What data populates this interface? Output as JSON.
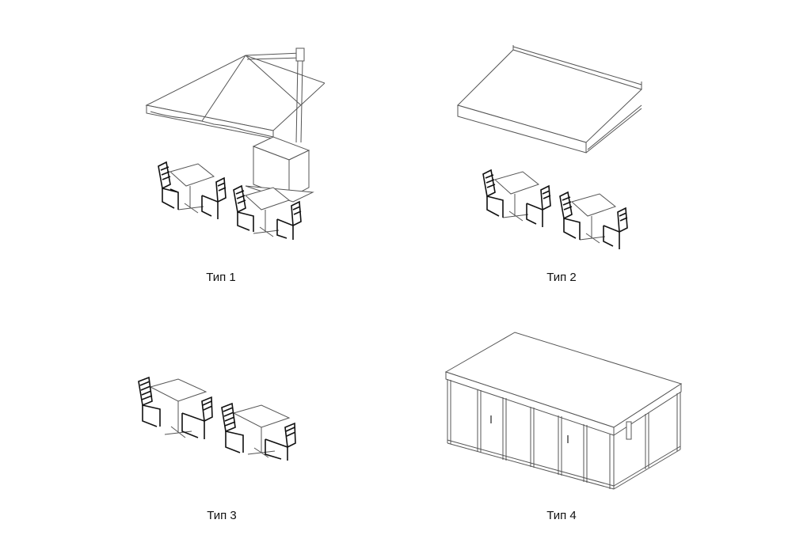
{
  "types": [
    {
      "label": "Тип 1",
      "illustration": "parasol-with-tables"
    },
    {
      "label": "Тип 2",
      "illustration": "awning-with-tables"
    },
    {
      "label": "Тип 3",
      "illustration": "tables-only"
    },
    {
      "label": "Тип 4",
      "illustration": "glazed-pavilion"
    }
  ]
}
